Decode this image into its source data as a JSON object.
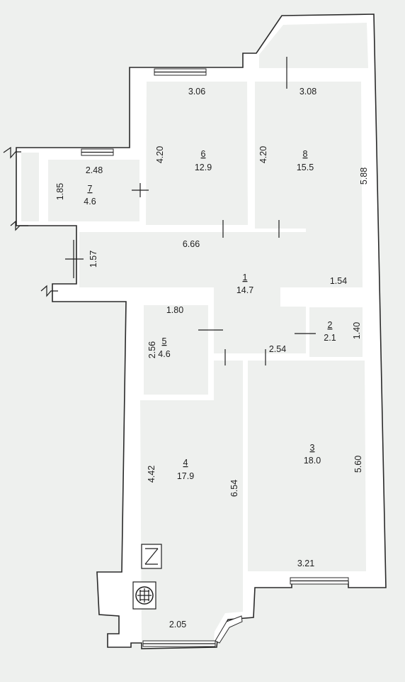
{
  "rooms": [
    {
      "id": "room-1",
      "number": "1",
      "area": "14.7"
    },
    {
      "id": "room-2",
      "number": "2",
      "area": "2.1"
    },
    {
      "id": "room-3",
      "number": "3",
      "area": "18.0"
    },
    {
      "id": "room-4",
      "number": "4",
      "area": "17.9"
    },
    {
      "id": "room-5",
      "number": "5",
      "area": "4.6"
    },
    {
      "id": "room-6",
      "number": "6",
      "area": "12.9"
    },
    {
      "id": "room-7",
      "number": "7",
      "area": "4.6"
    },
    {
      "id": "room-8",
      "number": "8",
      "area": "15.5"
    }
  ],
  "dimensions": {
    "r6_width": "3.06",
    "r8_width": "3.08",
    "r6_height_left": "4.20",
    "r8_height_left": "4.20",
    "r8_height_right": "5.88",
    "r7_width": "2.48",
    "r7_height": "1.85",
    "hall_width": "6.66",
    "hall_entry": "1.57",
    "hall_right": "1.54",
    "r5_width": "1.80",
    "r5_height": "2.56",
    "corridor": "2.54",
    "r2_height": "1.40",
    "r4_height": "4.42",
    "r4_height_long": "6.54",
    "r3_height": "5.60",
    "r3_width": "3.21",
    "r4_width": "2.05"
  },
  "fixtures": {
    "boiler": "boiler-icon",
    "stove": "stove-icon"
  }
}
